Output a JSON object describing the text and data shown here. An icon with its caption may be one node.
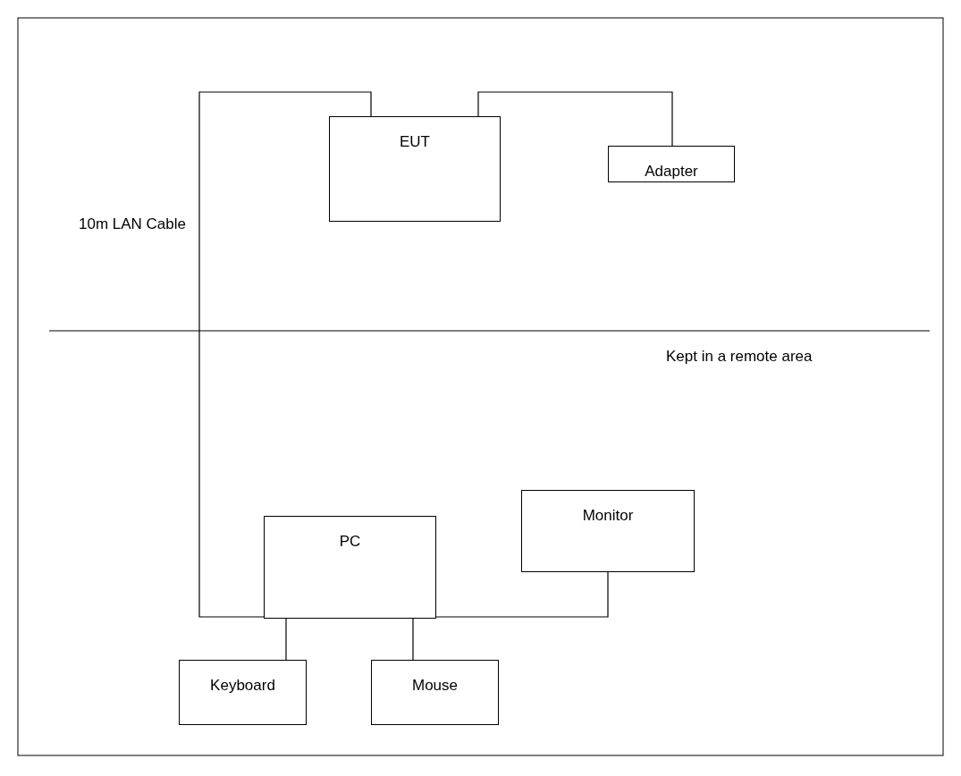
{
  "diagram": {
    "nodes": [
      {
        "text": [
          "EUT"
        ]
      },
      {
        "text": [
          "Adapter"
        ]
      },
      {
        "text": [
          "PC"
        ]
      },
      {
        "text": [
          "Monitor"
        ]
      },
      {
        "text": [
          "Keyboard"
        ]
      },
      {
        "text": [
          "Mouse"
        ]
      }
    ],
    "edges": [
      {
        "from": 0,
        "to": 2,
        "arrow": "none",
        "label": "10m LAN Cable"
      },
      {
        "from": 0,
        "to": 1,
        "arrow": "none"
      },
      {
        "from": 2,
        "to": 3,
        "arrow": "none"
      },
      {
        "from": 2,
        "to": 4,
        "arrow": "none"
      },
      {
        "from": 2,
        "to": 5,
        "arrow": "none"
      }
    ],
    "labels": [
      "Kept in a remote area"
    ]
  }
}
